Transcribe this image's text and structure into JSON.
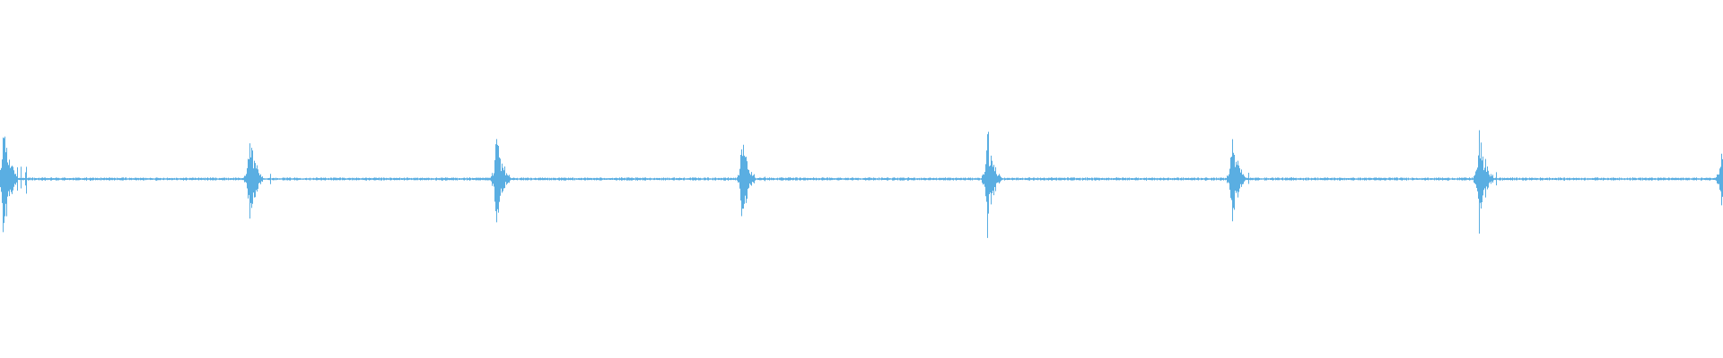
{
  "waveform": {
    "color": "#5aaee2",
    "background": "#ffffff",
    "pulse_count": 8,
    "pulse_peak_amplitudes": [
      0.5,
      0.38,
      0.38,
      0.36,
      0.36,
      0.38,
      0.42,
      0.32
    ],
    "baseline_noise_amplitude": 0.008
  }
}
